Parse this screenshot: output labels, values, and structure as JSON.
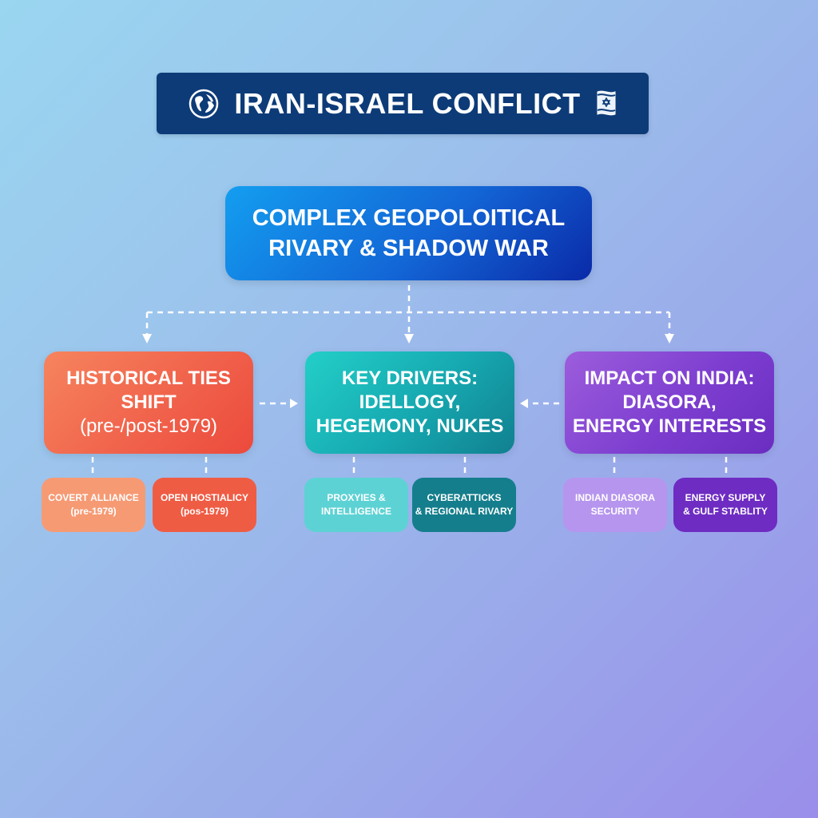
{
  "header": {
    "title": "IRAN-ISRAEL CONFLICT",
    "left_icon": "globe-icon",
    "right_icon": "israel-flag-icon"
  },
  "central": {
    "line1": "COMPLEX GEOPOLOITICAL",
    "line2": "RIVARY & SHADOW WAR"
  },
  "cards": [
    {
      "lines": [
        "HISTORICAL TIES",
        "SHIFT",
        "(pre-/post-1979)"
      ],
      "color": "#f0604a",
      "subs": [
        {
          "line1": "COVERT ALLIANCE",
          "line2": "(pre-1979)",
          "color": "#f69a74"
        },
        {
          "line1": "OPEN HOSTIALICY",
          "line2": "(pos-1979)",
          "color": "#ef5c44"
        }
      ]
    },
    {
      "lines": [
        "KEY DRIVERS:",
        "IDELLOGY,",
        "HEGEMONY, NUKES"
      ],
      "color": "#16a8b0",
      "subs": [
        {
          "line1": "PROXYIES &",
          "line2": "INTELLIGENCE",
          "color": "#5dd2d4"
        },
        {
          "line1": "CYBERATTICKS",
          "line2": "& REGIONAL RIVARY",
          "color": "#147e8c"
        }
      ]
    },
    {
      "lines": [
        "IMPACT ON INDIA:",
        "DIASORA,",
        "ENERGY INTERESTS"
      ],
      "color": "#7d3ed0",
      "subs": [
        {
          "line1": "INDIAN DIASORA",
          "line2": "SECURITY",
          "color": "#b695ee"
        },
        {
          "line1": "ENERGY SUPPLY",
          "line2": "& GULF STABLITY",
          "color": "#6e2cc2"
        }
      ]
    }
  ],
  "colors": {
    "header_bg": "#0d3b78",
    "connector": "#ffffff"
  }
}
